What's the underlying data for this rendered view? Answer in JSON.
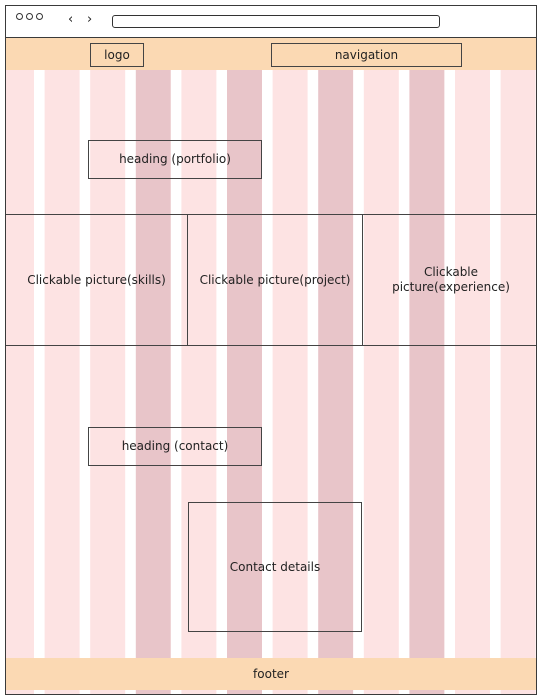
{
  "browser": {
    "address_value": ""
  },
  "header": {
    "logo_label": "logo",
    "navigation_label": "navigation"
  },
  "hero": {
    "heading": "heading (portfolio)"
  },
  "cards": [
    {
      "label": "Clickable picture(skills)"
    },
    {
      "label": "Clickable picture(project)"
    },
    {
      "label": "Clickable picture(experience)"
    }
  ],
  "contact": {
    "heading": "heading (contact)",
    "details": "Contact details"
  },
  "footer": {
    "label": "footer"
  },
  "colors": {
    "column_light": "#fde3e3",
    "column_dark": "#e8c5c9",
    "gutter": "#ffffff",
    "header_band": "#fbd9b3"
  }
}
